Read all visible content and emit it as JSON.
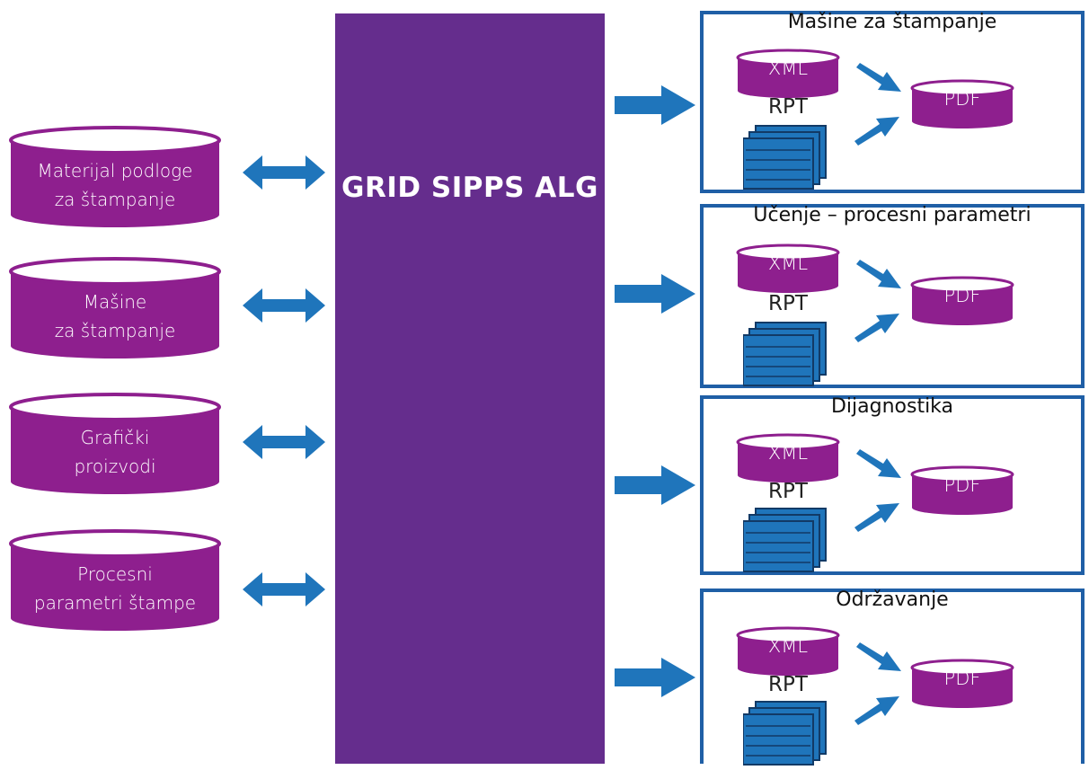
{
  "colors": {
    "purple": "#8e1f8e",
    "center": "#652d8d",
    "blue": "#1f75bb",
    "frame": "#1f5fa6"
  },
  "center": {
    "title": "GRID SIPPS ALG"
  },
  "inputs": [
    {
      "line1": "Materijal podloge",
      "line2": "za štampanje"
    },
    {
      "line1": "Mašine",
      "line2": "za štampanje"
    },
    {
      "line1": "Grafički",
      "line2": "proizvodi"
    },
    {
      "line1": "Procesni",
      "line2": "parametri štampe"
    }
  ],
  "outputs": [
    {
      "title": "Mašine za štampanje",
      "xml": "XML",
      "rpt": "RPT",
      "pdf": "PDF"
    },
    {
      "title": "Učenje – procesni parametri",
      "xml": "XML",
      "rpt": "RPT",
      "pdf": "PDF"
    },
    {
      "title": "Dijagnostika",
      "xml": "XML",
      "rpt": "RPT",
      "pdf": "PDF"
    },
    {
      "title": "Održavanje",
      "xml": "XML",
      "rpt": "RPT",
      "pdf": "PDF"
    }
  ]
}
